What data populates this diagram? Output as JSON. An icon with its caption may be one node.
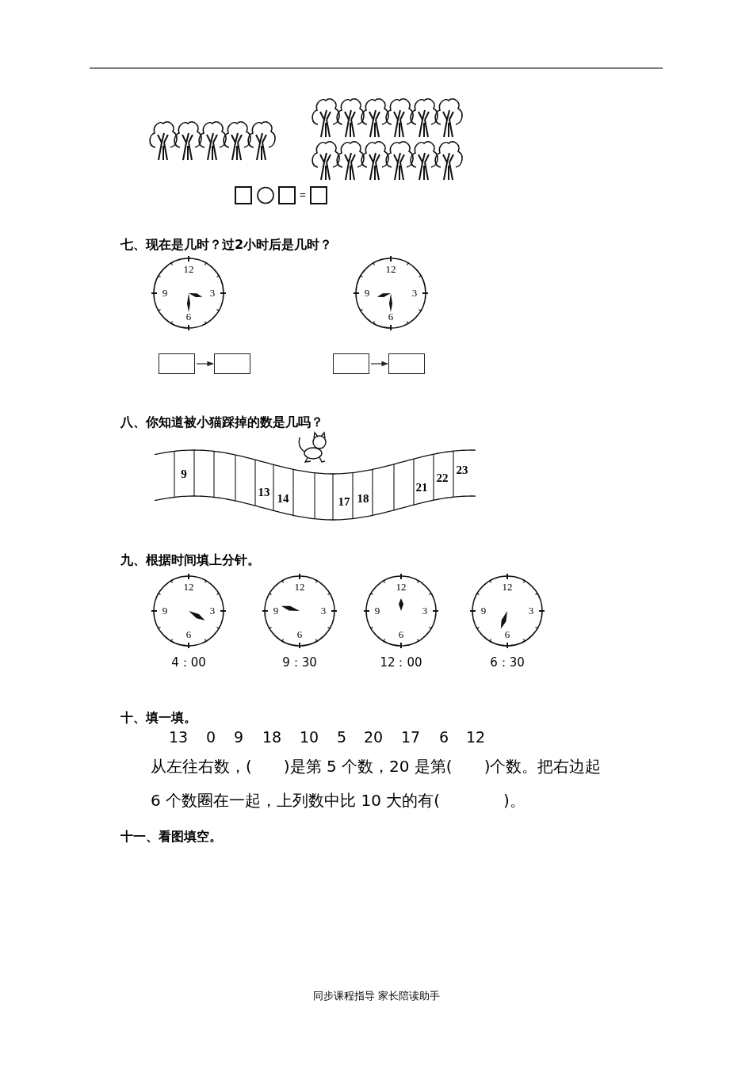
{
  "diagram": {
    "nodes": [
      {
        "text": [],
        "shape": "box"
      },
      {
        "text": [],
        "shape": "box"
      },
      {
        "text": [],
        "shape": "box"
      },
      {
        "text": [],
        "shape": "box"
      }
    ],
    "edges": [
      {
        "from": 0,
        "to": 1,
        "arrow": "to"
      },
      {
        "from": 2,
        "to": 3,
        "arrow": "to"
      }
    ],
    "labels": [
      "=",
      "七、现在是几时？过2小时后是几时？",
      "12",
      "9",
      "3",
      "6",
      "12",
      "9",
      "3",
      "6",
      "八、你知道被小猫踩掉的数是几吗？",
      "9",
      "13",
      "14",
      "17",
      "18",
      "21",
      "22",
      "23",
      "九、根据时间填上分针。",
      "12",
      "9",
      "3",
      "6",
      "12",
      "9",
      "3",
      "6",
      "12",
      "9",
      "3",
      "6",
      "12",
      "9",
      "3",
      "6",
      "4：00",
      "9：30",
      "12：00",
      "6：30",
      "十、填一填。",
      "13",
      "0",
      "9",
      "18",
      "10",
      "5",
      "20",
      "17",
      "6",
      "12",
      "从左往右数，(　　)是第 5 个数，20 是第(　　)个数。把右边起 6 个数圈在一起，上列数中比 10 大的有(　　　　)。",
      "十一、看图填空。",
      "同步课程指导 家长陪读助手"
    ]
  }
}
